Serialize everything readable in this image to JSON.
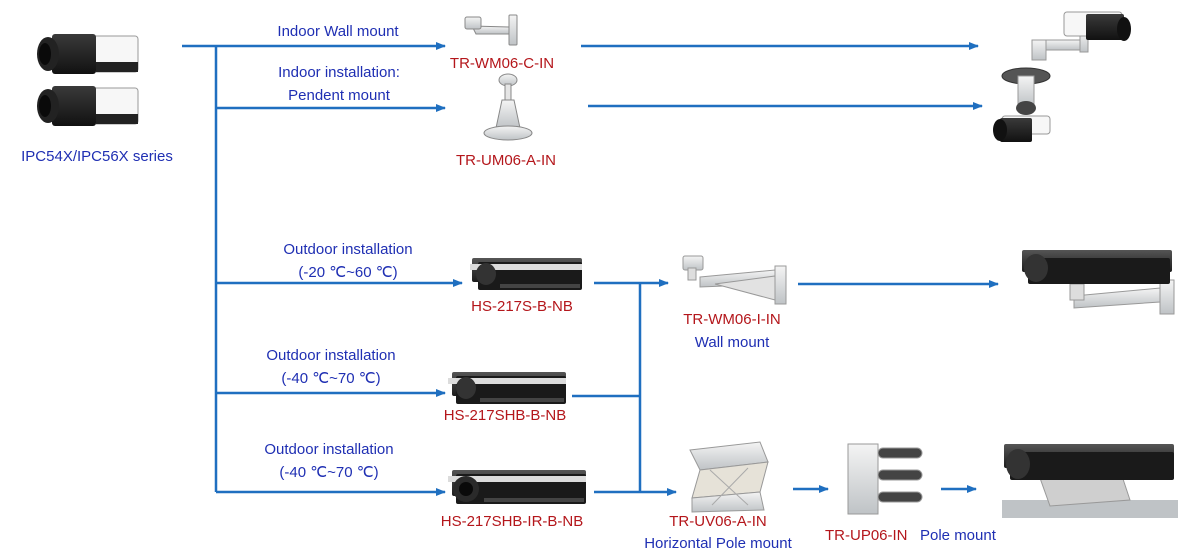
{
  "source": {
    "series_label": "IPC54X/IPC56X series"
  },
  "branches": [
    {
      "route_label_1": "Indoor Wall mount",
      "route_label_2": "",
      "model": "TR-WM06-C-IN"
    },
    {
      "route_label_1": "Indoor installation:",
      "route_label_2": "Pendent  mount",
      "model": "TR-UM06-A-IN"
    },
    {
      "route_label_1": "Outdoor installation",
      "route_label_2": "(-20 ℃~60 ℃)",
      "model": "HS-217S-B-NB"
    },
    {
      "route_label_1": "Outdoor installation",
      "route_label_2": "(-40 ℃~70 ℃)",
      "model": "HS-217SHB-B-NB"
    },
    {
      "route_label_1": "Outdoor installation",
      "route_label_2": "(-40 ℃~70 ℃)",
      "model": "HS-217SHB-IR-B-NB"
    }
  ],
  "outdoor_mounts": {
    "wall": {
      "model": "TR-WM06-I-IN",
      "type": "Wall mount"
    },
    "horizontal_pole": {
      "model": "TR-UV06-A-IN",
      "type": "Horizontal Pole mount"
    },
    "pole": {
      "model": "TR-UP06-IN",
      "type": "Pole mount"
    }
  },
  "colors": {
    "arrow": "#1f6fc0",
    "label_blue": "#1f2fb3",
    "model_red": "#b4161b"
  }
}
